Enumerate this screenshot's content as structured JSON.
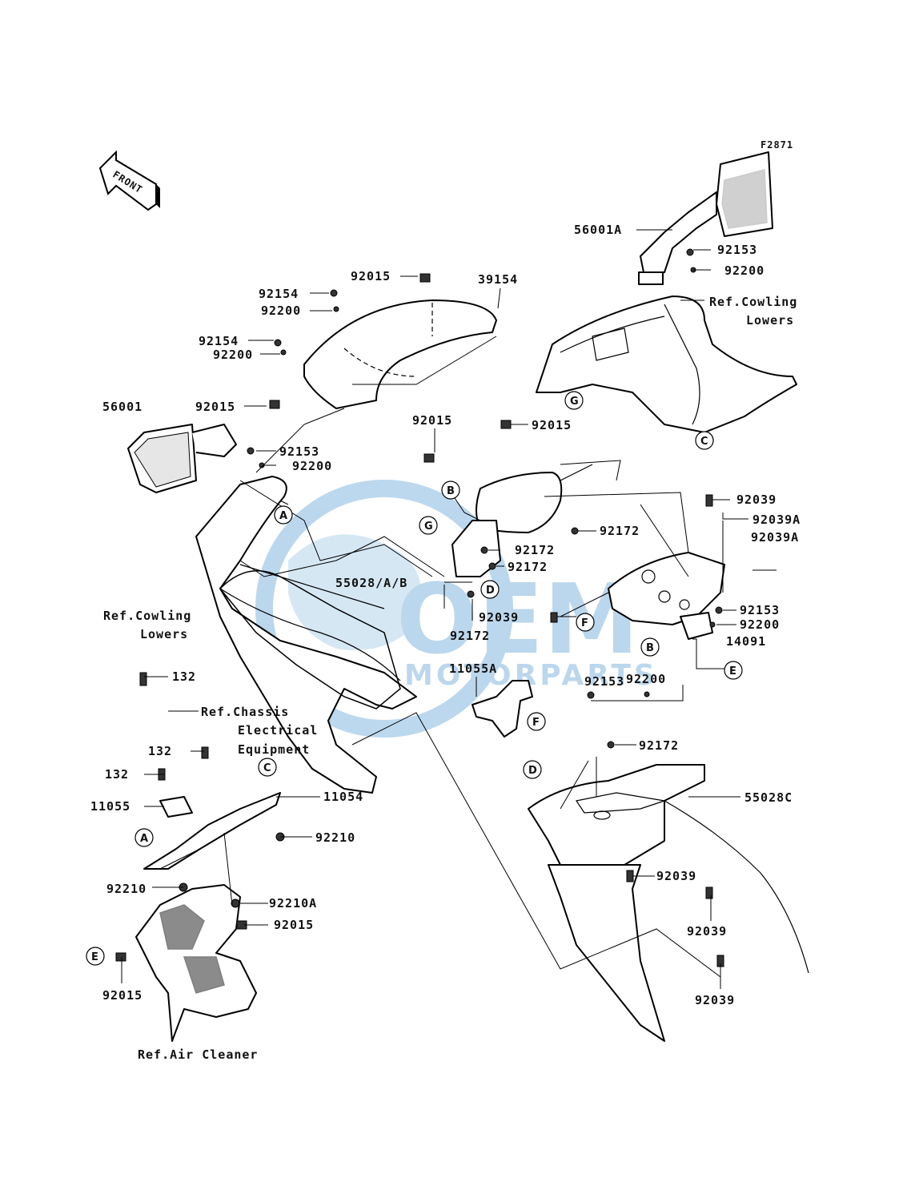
{
  "figure_code": "F2871",
  "front_arrow": "FRONT",
  "watermark": {
    "main": "OEM",
    "sub": "MOTORPARTS",
    "color": "#3f8fce"
  },
  "labels": {
    "p56001A": "56001A",
    "p92153_tr": "92153",
    "p92200_tr": "92200",
    "ref_cowl_lowers_top": "Ref.Cowling\nLowers",
    "p39154": "39154",
    "p92015_top": "92015",
    "p92154_a": "92154",
    "p92200_a": "92200",
    "p92154_b": "92154",
    "p92200_b": "92200",
    "p92015_left": "92015",
    "p56001": "56001",
    "p92153_l": "92153",
    "p92200_l": "92200",
    "p92015_mid": "92015",
    "p92015_mid2": "92015",
    "p92039_r": "92039",
    "p92039A_1": "92039A",
    "p92039A_2": "92039A",
    "p92172_a": "92172",
    "p92172_b": "92172",
    "p92172_c": "92172",
    "p55028AB": "55028/A/B",
    "p92039_m": "92039",
    "p92172_d": "92172",
    "ref_cowl_lowers_left": "Ref.Cowling\nLowers",
    "p92153_r": "92153",
    "p92200_r": "92200",
    "p14091": "14091",
    "p11055A": "11055A",
    "p92153_b": "92153",
    "p92200_b2": "92200",
    "p132_a": "132",
    "ref_chassis": "Ref.Chassis\nElectrical\nEquipment",
    "p132_b": "132",
    "p132_c": "132",
    "p11055": "11055",
    "p11054": "11054",
    "p92210": "92210",
    "p92172_e": "92172",
    "p55028C": "55028C",
    "p92210_b": "92210",
    "p92210A": "92210A",
    "p92015_b": "92015",
    "p92015_c": "92015",
    "p92039_b1": "92039",
    "p92039_b2": "92039",
    "p92039_b3": "92039",
    "ref_air_cleaner": "Ref.Air Cleaner"
  },
  "callouts": [
    "A",
    "B",
    "C",
    "D",
    "E",
    "F",
    "G"
  ]
}
